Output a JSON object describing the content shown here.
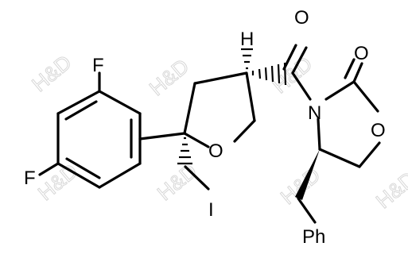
{
  "watermark": {
    "text": "H&D",
    "color": "#d7d7d7"
  },
  "atoms": {
    "fluorine_top": "F",
    "fluorine_bottom": "F",
    "ring_oxygen": "O",
    "iodine": "I",
    "stereo_hydrogen": "H",
    "carbonyl_oxygen_top": "O",
    "oxazolidinone_carbonyl_oxygen": "O",
    "nitrogen": "N",
    "oxazolidinone_ring_oxygen": "O",
    "phenyl": "Ph"
  },
  "colors": {
    "bond": "#000000",
    "background": "#ffffff"
  }
}
